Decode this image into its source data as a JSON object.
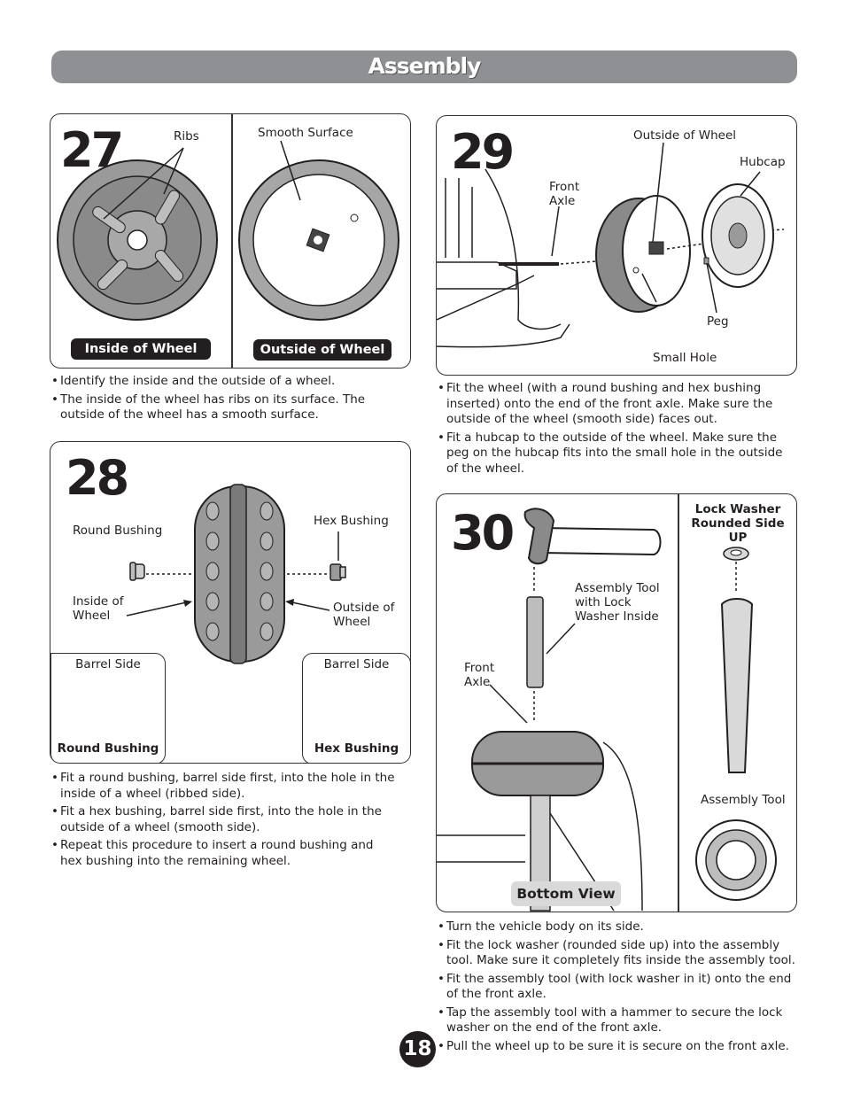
{
  "header": {
    "title": "Assembly"
  },
  "page_number": "18",
  "step27": {
    "number": "27",
    "labels": {
      "ribs": "Ribs",
      "smooth_surface": "Smooth Surface"
    },
    "tags": {
      "inside": "Inside of Wheel",
      "outside": "Outside of Wheel"
    },
    "bullets": [
      "Identify the inside and the outside of a wheel.",
      "The inside of the wheel has ribs on its surface. The outside of the wheel has a smooth surface."
    ]
  },
  "step28": {
    "number": "28",
    "labels": {
      "round_bushing": "Round Bushing",
      "hex_bushing": "Hex Bushing",
      "inside_of_wheel": "Inside of Wheel",
      "outside_of_wheel": "Outside of Wheel",
      "barrel_side_left": "Barrel Side",
      "barrel_side_right": "Barrel Side",
      "round_bushing_caption": "Round Bushing",
      "hex_bushing_caption": "Hex Bushing"
    },
    "bullets": [
      "Fit a round bushing, barrel side first, into the hole in the inside of a wheel (ribbed side).",
      "Fit a hex bushing, barrel side first, into the hole in the outside of a wheel (smooth side).",
      "Repeat this procedure to insert a round bushing and hex bushing into the remaining wheel."
    ]
  },
  "step29": {
    "number": "29",
    "labels": {
      "outside_of_wheel": "Outside of Wheel",
      "hubcap": "Hubcap",
      "front_axle": "Front Axle",
      "peg": "Peg",
      "small_hole": "Small Hole"
    },
    "bullets": [
      "Fit the wheel (with a round bushing and hex bushing inserted) onto the end of the front axle. Make sure the outside of the wheel (smooth side) faces out.",
      "Fit a hubcap to the outside of the wheel. Make sure the peg on the hubcap fits into the small hole in the outside of the wheel."
    ]
  },
  "step30": {
    "number": "30",
    "labels": {
      "assembly_tool_with_lock_washer": "Assembly Tool with Lock Washer Inside",
      "front_axle": "Front Axle",
      "bottom_view": "Bottom View",
      "lock_washer_title": "Lock Washer Rounded Side UP",
      "assembly_tool": "Assembly Tool"
    },
    "bullets": [
      "Turn the vehicle body on its side.",
      "Fit the lock washer (rounded side up) into the assembly tool. Make sure it completely fits inside the assembly tool.",
      "Fit the assembly tool (with lock washer in it) onto the end of the front axle.",
      "Tap the assembly tool with a hammer to secure the lock washer on the end of the front axle.",
      "Pull the wheel up to be sure it is secure on the front axle."
    ]
  }
}
